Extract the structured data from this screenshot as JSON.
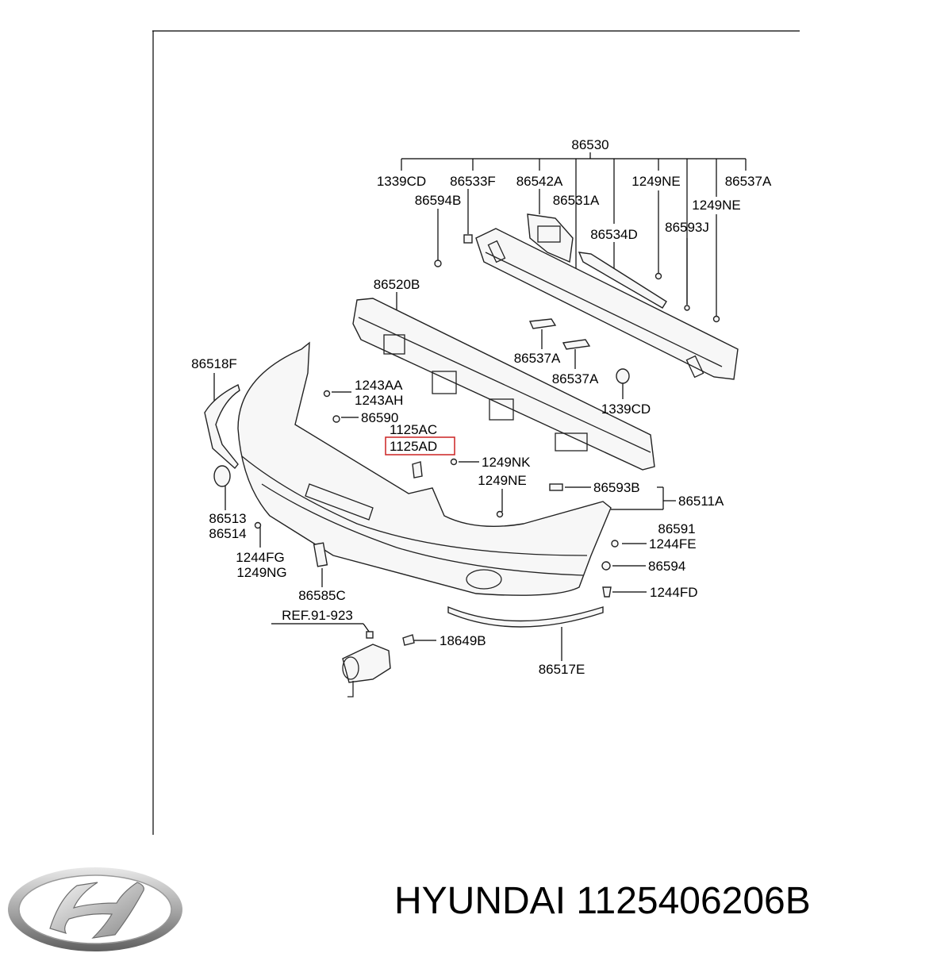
{
  "diagram": {
    "labels": {
      "p86530": "86530",
      "p1339CD_top": "1339CD",
      "p86533F": "86533F",
      "p86542A": "86542A",
      "p1249NE_top": "1249NE",
      "p86537A_top": "86537A",
      "p86594B": "86594B",
      "p86531A": "86531A",
      "p1249NE_2": "1249NE",
      "p86534D": "86534D",
      "p86593J": "86593J",
      "p86520B": "86520B",
      "p86537A_mid1": "86537A",
      "p86537A_mid2": "86537A",
      "p1339CD_mid": "1339CD",
      "p86518F": "86518F",
      "p1243AA": "1243AA",
      "p1243AH": "1243AH",
      "p86590": "86590",
      "p1125AC": "1125AC",
      "p1125AD": "1125AD",
      "p1249NK": "1249NK",
      "p1249NE_3": "1249NE",
      "p86593B": "86593B",
      "p86511A": "86511A",
      "p86513": "86513",
      "p86514": "86514",
      "p86591": "86591",
      "p1244FE": "1244FE",
      "p86594": "86594",
      "p1244FG": "1244FG",
      "p1249NG": "1249NG",
      "p1244FD": "1244FD",
      "p86585C": "86585C",
      "pREF": "REF.91-923",
      "p18649B": "18649B",
      "p86517E": "86517E"
    },
    "highlight_color": "#cc2222"
  },
  "footer": {
    "brand_text": "HYUNDAI 1125406206B",
    "logo_icon": "hyundai-logo-icon"
  }
}
